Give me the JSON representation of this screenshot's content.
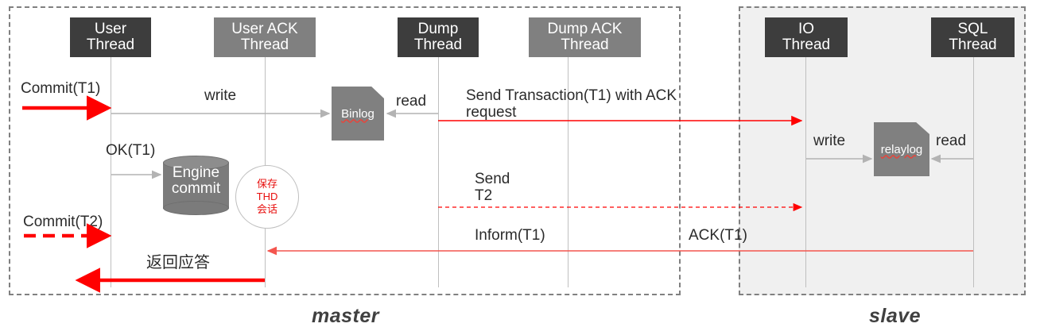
{
  "diagram": {
    "title": "MySQL semi-sync replication sequence",
    "zones": [
      {
        "id": "master",
        "label": "master",
        "background": "#ffffff",
        "border": "#808080"
      },
      {
        "id": "slave",
        "label": "slave",
        "background": "#f0f0f0",
        "border": "#808080"
      }
    ],
    "colors": {
      "dark_box": "#3d3d3d",
      "mid_box": "#808080",
      "lifeline": "#bfbfbf",
      "red": "#ff0000",
      "light_red": "#f4554e",
      "gray_arrow": "#b3b3b3",
      "note_text": "#e8100f",
      "label_text": "#2b2b2b"
    }
  },
  "actors": [
    {
      "id": "user-thread",
      "label": "User\nThread",
      "zone": "master",
      "tone": "dark"
    },
    {
      "id": "user-ack-thread",
      "label": "User ACK\nThread",
      "zone": "master",
      "tone": "mid"
    },
    {
      "id": "dump-thread",
      "label": "Dump\nThread",
      "zone": "master",
      "tone": "dark"
    },
    {
      "id": "dump-ack-thread",
      "label": "Dump ACK\nThread",
      "zone": "master",
      "tone": "mid"
    },
    {
      "id": "io-thread",
      "label": "IO\nThread",
      "zone": "slave",
      "tone": "dark"
    },
    {
      "id": "sql-thread",
      "label": "SQL\nThread",
      "zone": "slave",
      "tone": "dark"
    }
  ],
  "stores": [
    {
      "id": "binlog",
      "label": "Binlog",
      "zone": "master"
    },
    {
      "id": "relaylog",
      "label": "relaylog",
      "zone": "slave"
    }
  ],
  "engine": {
    "label": "Engine\ncommit"
  },
  "note": {
    "label": "保存\nTHD\n会话"
  },
  "messages": [
    {
      "id": "commit-t1",
      "label": "Commit(T1)",
      "style": "solid-red-thick",
      "direction": "right"
    },
    {
      "id": "write",
      "label": "write",
      "style": "solid-gray-thin",
      "direction": "right"
    },
    {
      "id": "read-binlog",
      "label": "read",
      "style": "solid-gray-thin",
      "direction": "left"
    },
    {
      "id": "send-txn-ack",
      "label": "Send Transaction(T1)  with ACK\nrequest",
      "style": "solid-red-thin",
      "direction": "right"
    },
    {
      "id": "ok-t1",
      "label": "OK(T1)",
      "style": "solid-gray-thin",
      "direction": "right"
    },
    {
      "id": "write-relaylog",
      "label": "write",
      "style": "solid-gray-thin",
      "direction": "right"
    },
    {
      "id": "read-relaylog",
      "label": "read",
      "style": "solid-gray-thin",
      "direction": "left"
    },
    {
      "id": "commit-t2",
      "label": "Commit(T2)",
      "style": "dashed-red-thick",
      "direction": "right"
    },
    {
      "id": "send-t2",
      "label": "Send\nT2",
      "style": "dashed-red-thin",
      "direction": "right"
    },
    {
      "id": "inform-t1",
      "label": "Inform(T1)",
      "style": "solid-red-thin",
      "direction": "left"
    },
    {
      "id": "ack-t1",
      "label": "ACK(T1)",
      "style": "solid-red-thin",
      "direction": "left"
    },
    {
      "id": "return-reply",
      "label": "返回应答",
      "style": "solid-red-thick",
      "direction": "left"
    }
  ]
}
